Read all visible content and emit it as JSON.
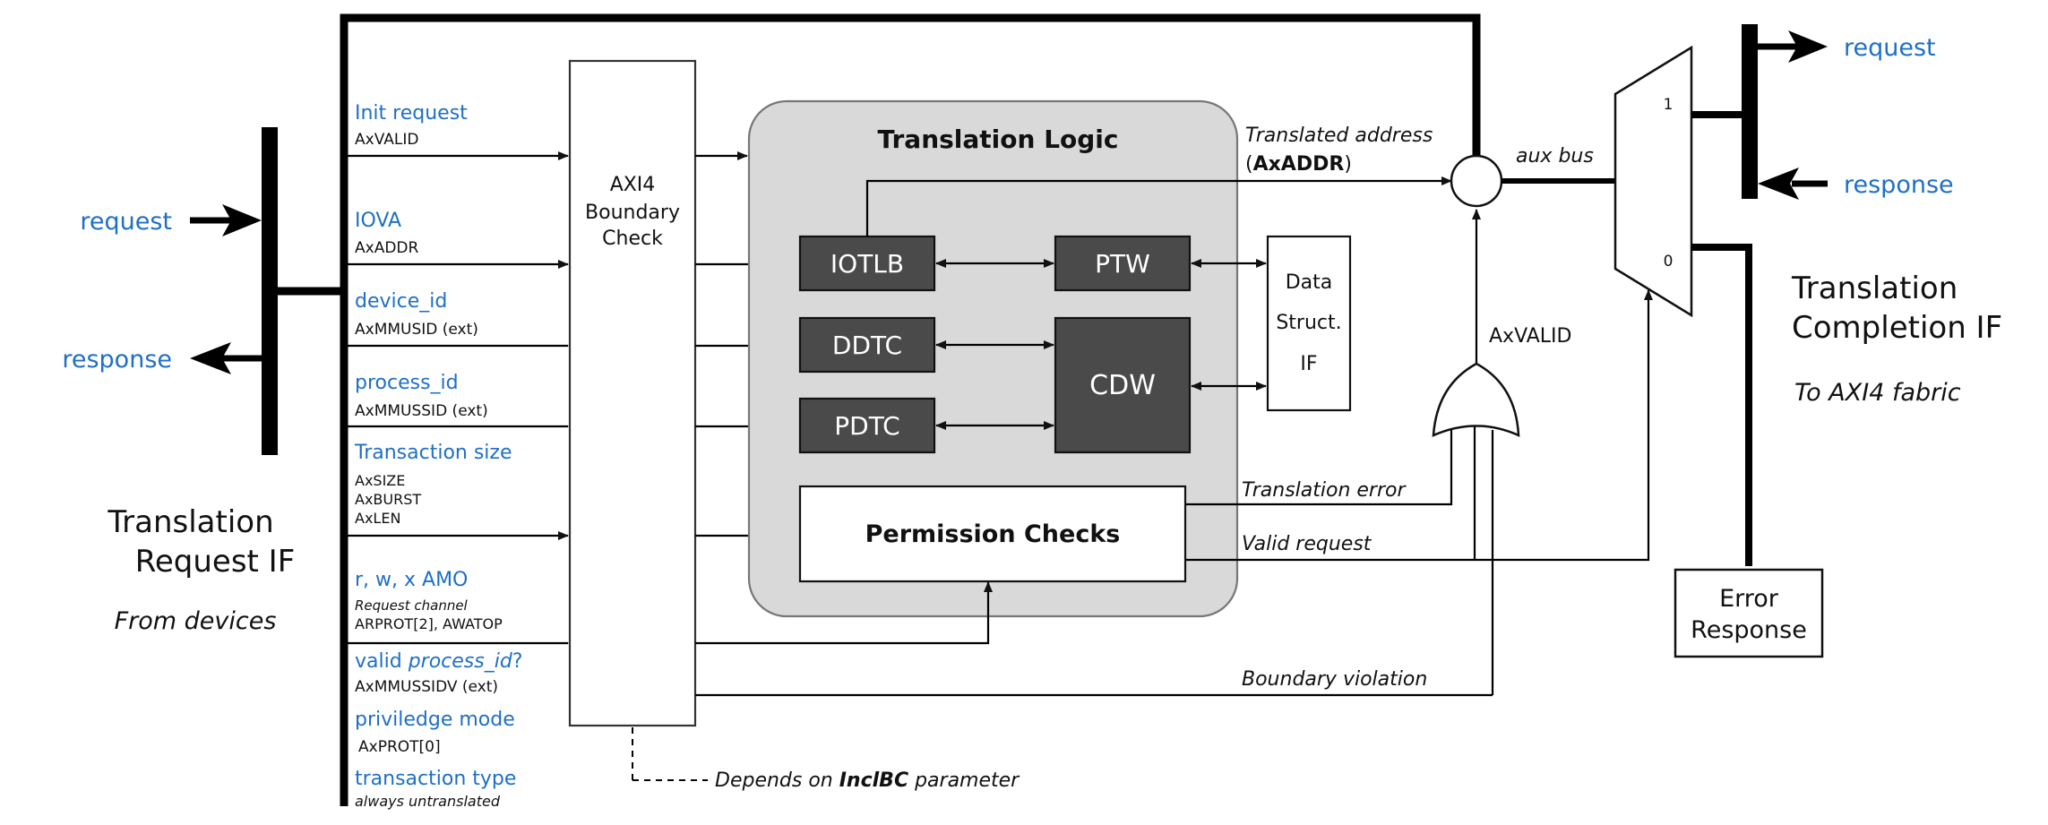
{
  "colors": {
    "accent_blue": "#1f6fc5",
    "dark_box": "#4a4a4a",
    "logic_bg": "#d9d9d9"
  },
  "left": {
    "request": "request",
    "response": "response",
    "title_line1": "Translation",
    "title_line2": "Request IF",
    "subtitle": "From devices"
  },
  "signals": [
    {
      "name": "Init request",
      "detail": "AxVALID"
    },
    {
      "name": "IOVA",
      "detail": "AxADDR"
    },
    {
      "name": "device_id",
      "detail": "AxMMUSID (ext)"
    },
    {
      "name": "process_id",
      "detail": "AxMMUSSID (ext)"
    },
    {
      "name": "Transaction size",
      "detail1": "AxSIZE",
      "detail2": "AxBURST",
      "detail3": "AxLEN"
    },
    {
      "name": "r, w, x AMO",
      "detail_italic": "Request channel",
      "detail": "ARPROT[2], AWATOP"
    },
    {
      "name_prefix": "valid ",
      "name_italic": "process_id",
      "name_suffix": "?",
      "detail": "AxMMUSSIDV (ext)"
    },
    {
      "name": "priviledge mode",
      "detail": "AxPROT[0]"
    },
    {
      "name": "transaction type",
      "detail_italic": "always untranslated"
    }
  ],
  "boundary_check": {
    "line1": "AXI4",
    "line2": "Boundary",
    "line3": "Check"
  },
  "translation_logic": {
    "title": "Translation Logic",
    "iotlb": "IOTLB",
    "ptw": "PTW",
    "ddtc": "DDTC",
    "pdtc": "PDTC",
    "cdw": "CDW",
    "permission_checks": "Permission Checks"
  },
  "data_struct": {
    "line1": "Data",
    "line2": "Struct.",
    "line3": "IF"
  },
  "labels": {
    "translated_address": "Translated address",
    "axaddr_open": "(",
    "axaddr": "AxADDR",
    "axaddr_close": ")",
    "aux_bus": "aux bus",
    "axvalid": "AxVALID",
    "translation_error": "Translation error",
    "valid_request": "Valid request",
    "boundary_violation": "Boundary violation",
    "depends_prefix": "Depends on ",
    "depends_param": "InclBC",
    "depends_suffix": " parameter"
  },
  "mux": {
    "in1": "1",
    "in0": "0"
  },
  "right": {
    "request": "request",
    "response": "response",
    "title_line1": "Translation",
    "title_line2": "Completion IF",
    "subtitle": "To AXI4 fabric"
  },
  "error_response": {
    "line1": "Error",
    "line2": "Response"
  }
}
